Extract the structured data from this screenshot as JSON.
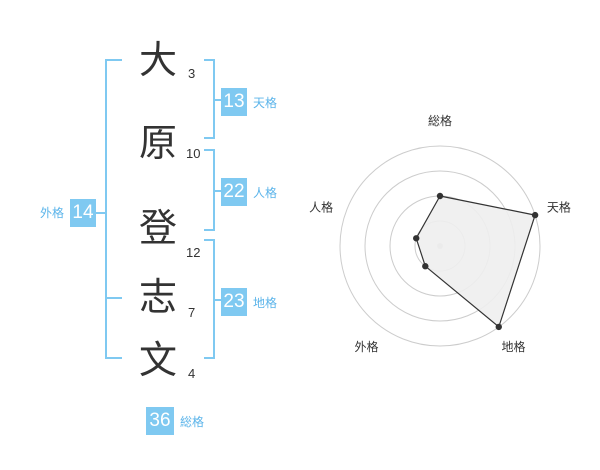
{
  "name": {
    "chars": [
      {
        "char": "大",
        "strokes": "3"
      },
      {
        "char": "原",
        "strokes": "10"
      },
      {
        "char": "登",
        "strokes": "12"
      },
      {
        "char": "志",
        "strokes": "7"
      },
      {
        "char": "文",
        "strokes": "4"
      }
    ]
  },
  "fortune": {
    "tenkaku": {
      "value": "13",
      "label": "天格"
    },
    "jinkaku": {
      "value": "22",
      "label": "人格"
    },
    "chikaku": {
      "value": "23",
      "label": "地格"
    },
    "gaikaku": {
      "value": "14",
      "label": "外格"
    },
    "soukaku": {
      "value": "36",
      "label": "総格"
    }
  },
  "colors": {
    "accent": "#7fc9f1",
    "bracket": "#7fc9f1",
    "text": "#333333",
    "radar_fill": "#eeeeee",
    "radar_stroke": "#333333",
    "grid": "#cccccc"
  },
  "chart_data": {
    "type": "radar",
    "axes": [
      "総格",
      "天格",
      "地格",
      "外格",
      "人格"
    ],
    "values": [
      2,
      4,
      4,
      1,
      1
    ],
    "scale_max": 4,
    "rings": 4
  }
}
